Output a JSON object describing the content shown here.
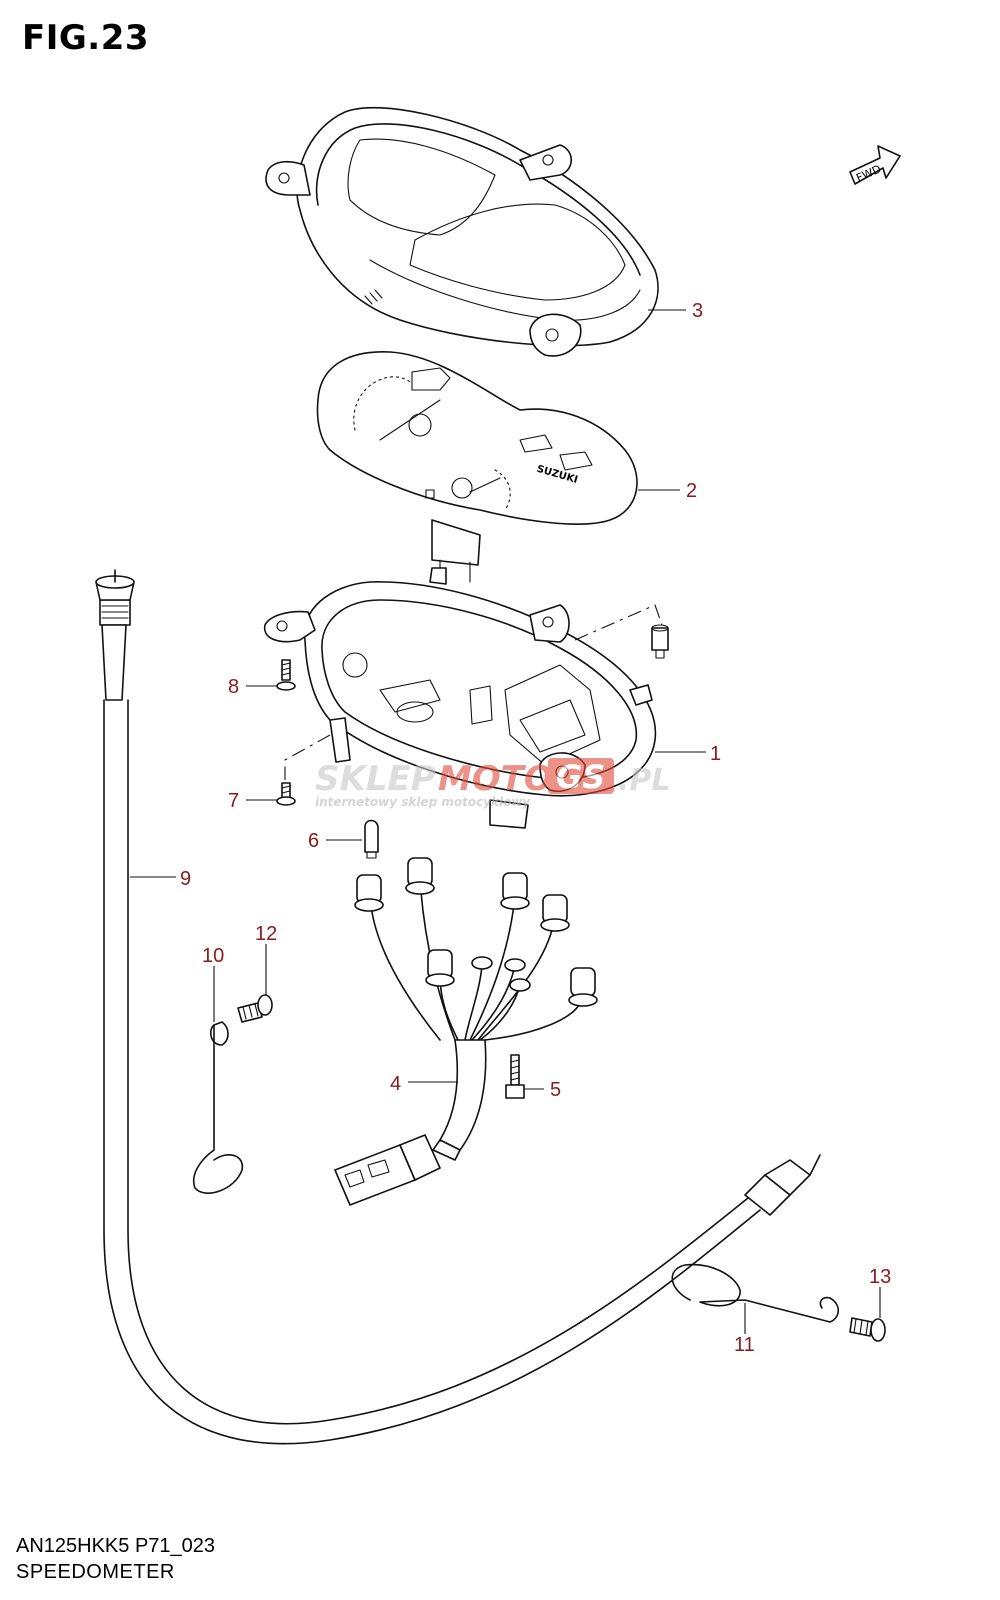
{
  "figure": {
    "title": "FIG.23",
    "model_code": "AN125HKK5 P71_023",
    "section_name": "SPEEDOMETER",
    "direction_badge": "FWD",
    "dial_brand": "SUZUKI"
  },
  "watermark": {
    "brand_left": "SKLEP",
    "brand_mid": "MOTO",
    "brand_badge": "GS",
    "brand_tld": ".PL",
    "tagline": "internetowy sklep motocyklowy"
  },
  "callouts": [
    {
      "id": "1",
      "label": "1"
    },
    {
      "id": "2",
      "label": "2"
    },
    {
      "id": "3",
      "label": "3"
    },
    {
      "id": "4",
      "label": "4"
    },
    {
      "id": "5",
      "label": "5"
    },
    {
      "id": "6",
      "label": "6"
    },
    {
      "id": "7",
      "label": "7"
    },
    {
      "id": "8",
      "label": "8"
    },
    {
      "id": "9",
      "label": "9"
    },
    {
      "id": "10",
      "label": "10"
    },
    {
      "id": "11",
      "label": "11"
    },
    {
      "id": "12",
      "label": "12"
    },
    {
      "id": "13",
      "label": "13"
    }
  ],
  "colors": {
    "line": "#111111",
    "callout_text": "#8b1a1a",
    "watermark_grey": "#c8c8c8",
    "watermark_red": "#e04a3a"
  }
}
